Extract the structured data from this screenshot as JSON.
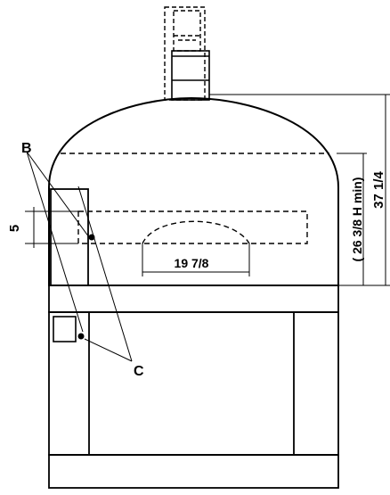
{
  "labels": {
    "b": "B",
    "c": "C",
    "five": "5",
    "width": "19 7/8",
    "min_height": "( 26 3/8 H min)",
    "total_height": "37 1/4"
  }
}
